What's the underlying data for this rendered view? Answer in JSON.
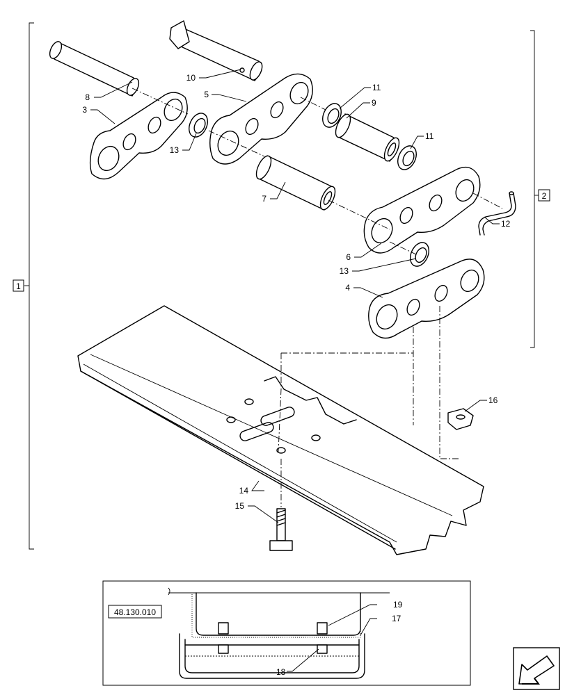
{
  "callouts": {
    "c1": "1",
    "c2": "2",
    "c3": "3",
    "c4": "4",
    "c5": "5",
    "c6": "6",
    "c7": "7",
    "c8": "8",
    "c9": "9",
    "c10": "10",
    "c11a": "11",
    "c11b": "11",
    "c12": "12",
    "c13a": "13",
    "c13b": "13",
    "c14": "14",
    "c15": "15",
    "c16": "16",
    "c17": "17",
    "c18": "18",
    "c19": "19"
  },
  "detail": {
    "reference": "48.130.010"
  },
  "icons": {
    "navigation": "back-arrow-icon"
  }
}
